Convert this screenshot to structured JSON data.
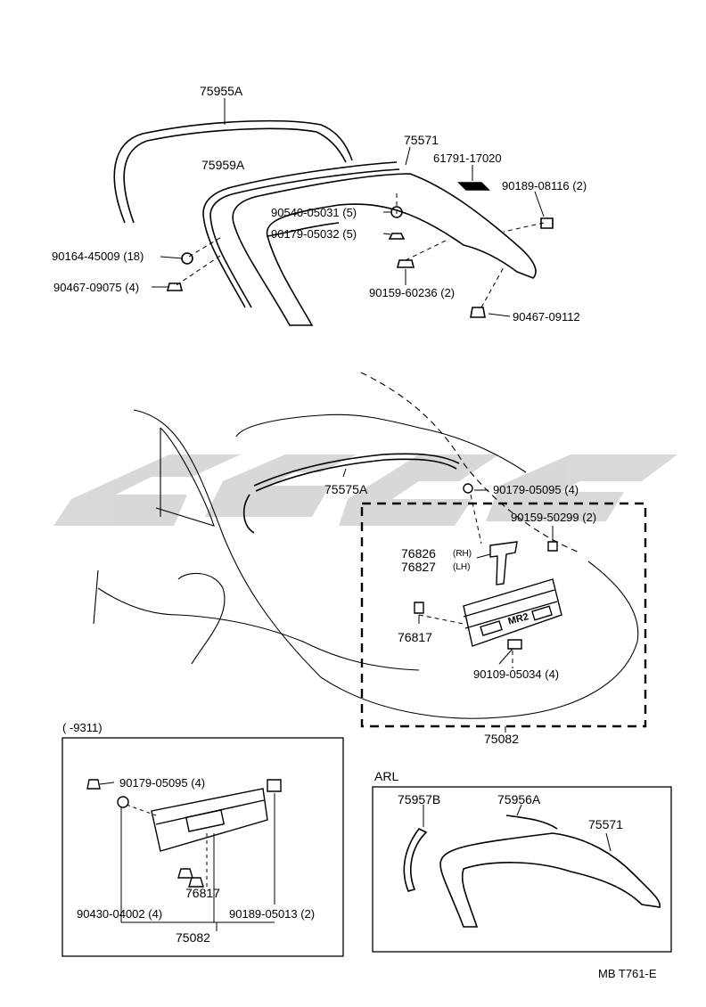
{
  "watermark": {
    "text": "SSSC",
    "color": "#d0d0d0"
  },
  "top_section": {
    "labels": {
      "p75955a": "75955A",
      "p75959a": "75959A",
      "p75571": "75571",
      "p61791": "61791-17020",
      "p90189_08116": "90189-08116 (2)",
      "p90540": "90540-05031 (5)",
      "p90179_05032": "90179-05032 (5)",
      "p90164": "90164-45009 (18)",
      "p90467_09075": "90467-09075 (4)",
      "p90159_60236": "90159-60236 (2)",
      "p90467_09112": "90467-09112"
    }
  },
  "middle_section": {
    "labels": {
      "p75575a": "75575A",
      "p90179_05095": "90179-05095 (4)",
      "p90159_50299": "90159-50299 (2)",
      "p76826": "76826",
      "p76826_side": "(RH)",
      "p76827": "76827",
      "p76827_side": "(LH)",
      "p76817": "76817",
      "p90109": "90109-05034 (4)",
      "p75082": "75082",
      "emblem": "MR2"
    }
  },
  "inset_left": {
    "title": "(        -9311)",
    "labels": {
      "p90179_05095": "90179-05095 (4)",
      "p76817": "76817",
      "p90430": "90430-04002 (4)",
      "p90189_05013": "90189-05013 (2)",
      "p75082": "75082"
    }
  },
  "inset_right": {
    "title": "ARL",
    "labels": {
      "p75957b": "75957B",
      "p75956a": "75956A",
      "p75571": "75571"
    }
  },
  "footer": {
    "code": "MB T761-E"
  }
}
